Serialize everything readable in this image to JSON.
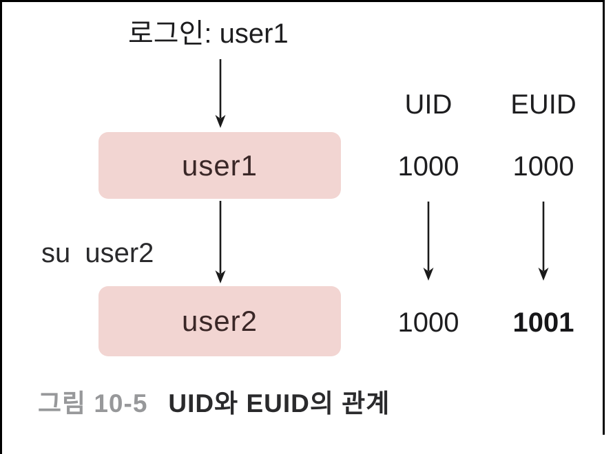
{
  "figure": {
    "login_label": "로그인: user1",
    "su_label": "su user2",
    "boxes": [
      {
        "label": "user1"
      },
      {
        "label": "user2"
      }
    ],
    "columns": {
      "headers": [
        "UID",
        "EUID"
      ]
    },
    "rows": [
      {
        "uid": "1000",
        "euid": "1000"
      },
      {
        "uid": "1000",
        "euid": "1001"
      }
    ],
    "caption": {
      "number": "그림 10-5",
      "title": "UID와 EUID의 관계"
    },
    "colors": {
      "box_fill": "#f2d5d2",
      "box_text": "#3a2727",
      "caption_number_gray": "#97989a",
      "text": "#1d1d1f",
      "frame_border": "#000000"
    }
  }
}
